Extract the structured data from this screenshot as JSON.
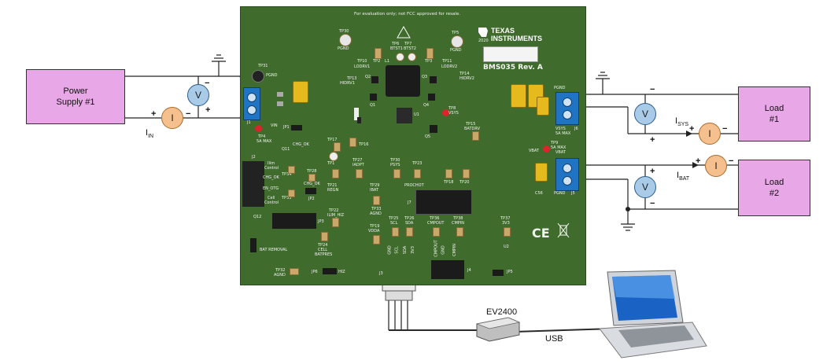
{
  "boxes": {
    "power_supply": "Power\nSupply #1",
    "load1": "Load\n#1",
    "load2": "Load\n#2"
  },
  "meters": {
    "v_symbol": "V",
    "i_symbol": "I"
  },
  "labels": {
    "i_in": "I",
    "i_in_sub": "IN",
    "i_sys": "I",
    "i_sys_sub": "SYS",
    "i_bat": "I",
    "i_bat_sub": "BAT",
    "ev2400": "EV2400",
    "usb": "USB",
    "plus": "+",
    "minus": "−"
  },
  "board": {
    "disclaimer": "For evaluation only; not FCC approved for resale.",
    "brand_top": "TEXAS",
    "brand_bottom": "INSTRUMENTS",
    "model": "BMS035 Rev. A",
    "year": "2020",
    "silk": {
      "tp30": "TP30",
      "pgnd": "PGND",
      "tp5": "TP5",
      "pgnd2": "PGND",
      "tp31": "TP31",
      "pgnd3": "PGND",
      "tp6": "TP6",
      "tp7": "TP7",
      "btst1": "BTST1",
      "btst2": "BTST2",
      "tp10": "TP10",
      "lodrv1": "LODRV1",
      "tp2": "TP2",
      "tp3": "TP3",
      "tp11": "TP11",
      "lodrv2": "LODRV2",
      "tp13": "TP13",
      "hidrv1": "HIDRV1",
      "tp14": "TP14",
      "hidrv2": "HIDRV2",
      "l1": "L1",
      "j1": "J1",
      "vin": "VIN",
      "tp4": "TP4",
      "five_a_max": "5A MAX",
      "jp1": "JP1",
      "pgnd_r": "PGND",
      "j6": "J6",
      "vsys": "VSYS",
      "five_a_max2": "5A MAX",
      "tp8": "TP8",
      "vsys2": "VSYS",
      "tp15": "TP15",
      "batdrv": "BATDRV",
      "tp9": "TP9",
      "vbat": "VBAT",
      "five_a_max3": "5A MAX",
      "vbat2": "VBAT",
      "pgnd_j5": "PGND",
      "j5": "J5",
      "c56": "C56",
      "j2": "J2",
      "ilim": "Ilim",
      "control": "Control",
      "chg_ok": "CHG_OK",
      "en_otg": "EN_OTG",
      "cell": "Cell",
      "control2": "Control",
      "chg_ok2": "CHG_OK",
      "tp34": "TP34",
      "tp28": "TP28",
      "chg_ok3": "CHG_OK",
      "tp35": "TP35",
      "jp2": "JP2",
      "tp1": "TP1",
      "tp17": "TP17",
      "tp16": "TP16",
      "tp27": "TP27",
      "iadpt": "IADPT",
      "tp30b": "TP30",
      "psys": "PSYS",
      "tp23": "TP23",
      "tp21": "TP21",
      "regn": "REGN",
      "tp29": "TP29",
      "ibat": "IBAT",
      "prochot": "PROCHOT",
      "tp18": "TP18",
      "tp20": "TP20",
      "tp33": "TP33",
      "agnd": "AGND",
      "j7": "J7",
      "tp22": "TP22",
      "ilim_hiz": "ILIM_HIZ",
      "jp3": "JP3",
      "tp19": "TP19",
      "vdda": "VDDA",
      "tp25": "TP25",
      "scl": "SCL",
      "tp26": "TP26",
      "sda": "SDA",
      "tp36": "TP36",
      "cmpout": "CMPOUT",
      "tp38": "TP38",
      "cmpin": "CMPIN",
      "tp37": "TP37",
      "v3": "3V3",
      "tp24": "TP24",
      "cell2": "CELL",
      "batpres": "BATPRES",
      "bat_removal": "BAT REMOVAL",
      "tp32": "TP32",
      "agnd2": "AGND",
      "jp6": "JP6",
      "hiz": "HIZ",
      "j3": "J3",
      "j4": "J4",
      "jp5": "JP5",
      "gnd": "GND",
      "scl2": "SCL",
      "sda2": "SDA",
      "v3b": "3V3",
      "cmpout2": "CMPOUT",
      "gnd2": "GND",
      "cmpin2": "CMPIN",
      "u1": "U1",
      "u2": "U2",
      "q1": "Q1",
      "q2": "Q2",
      "q3": "Q3",
      "q4": "Q4",
      "q5": "Q5",
      "q11": "Q11",
      "q12": "Q12"
    }
  },
  "colors": {
    "box_fill": "#e8a7e6",
    "voltmeter": "#a9cbe8",
    "ammeter": "#f6c08e",
    "pcb": "#3f6b2c",
    "terminal": "#1f75c4"
  }
}
